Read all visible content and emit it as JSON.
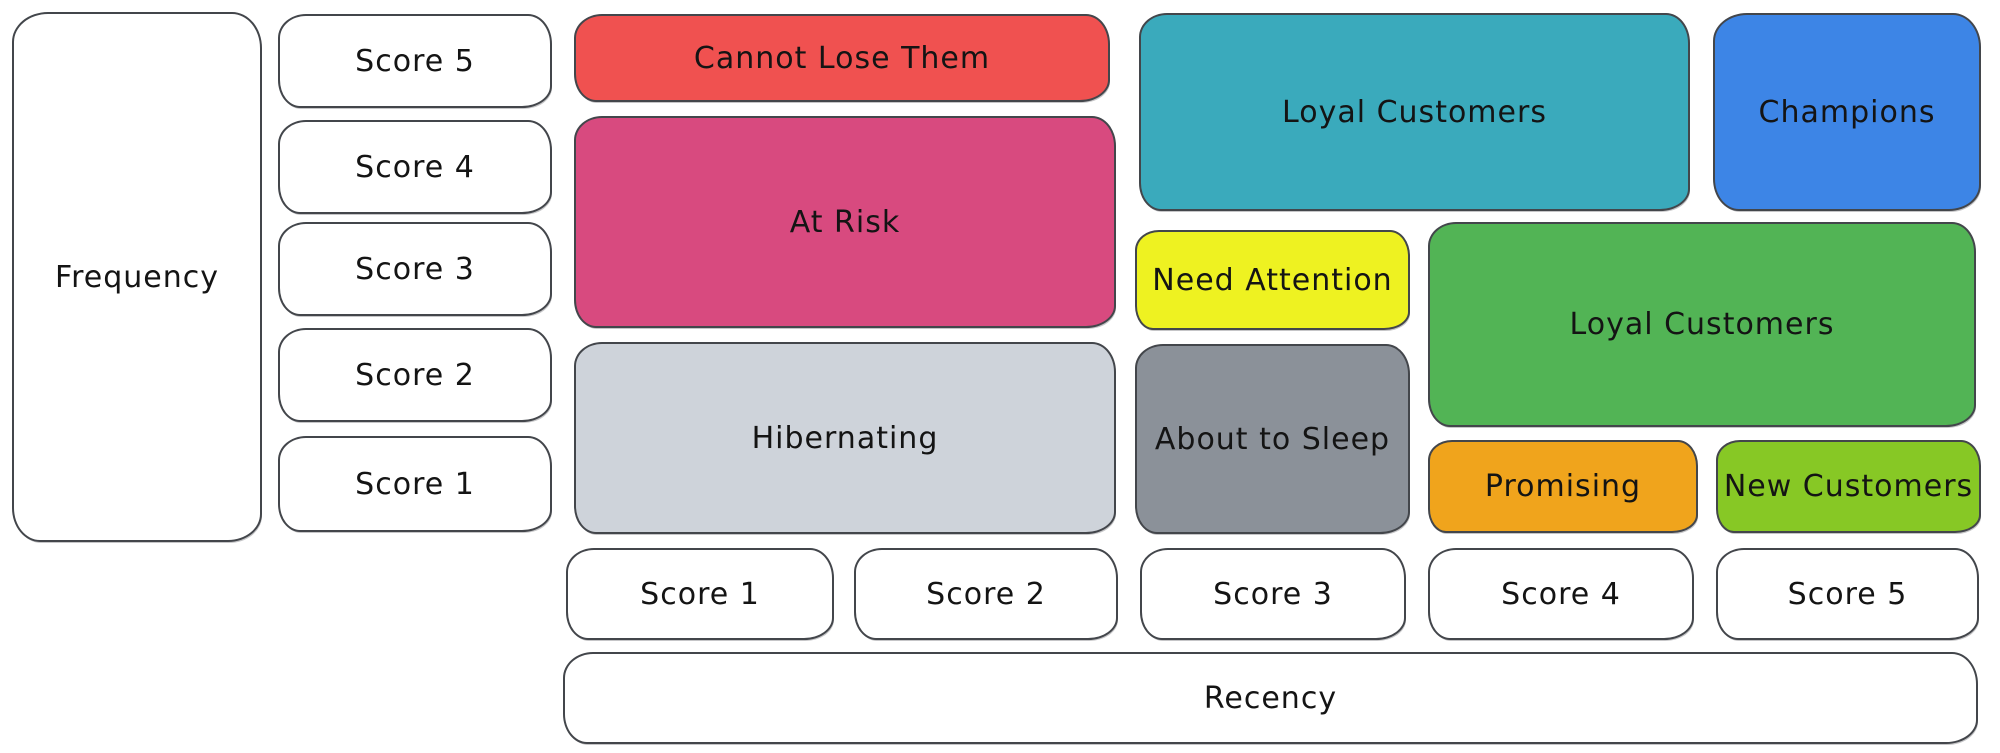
{
  "background_color": "#ffffff",
  "stroke_color": "#43464b",
  "text_color": "#141414",
  "axes": {
    "frequency": {
      "label": "Frequency",
      "scores": [
        "Score 5",
        "Score 4",
        "Score 3",
        "Score 2",
        "Score 1"
      ]
    },
    "recency": {
      "label": "Recency",
      "scores": [
        "Score 1",
        "Score 2",
        "Score 3",
        "Score 4",
        "Score 5"
      ]
    }
  },
  "segments": {
    "cannot_lose_them": {
      "label": "Cannot Lose Them",
      "color": "#f05150",
      "recency": "1-2",
      "frequency": "5"
    },
    "at_risk": {
      "label": "At Risk",
      "color": "#d84a7f",
      "recency": "1-2",
      "frequency": "3-4"
    },
    "hibernating": {
      "label": "Hibernating",
      "color": "#ced3da",
      "recency": "1-2",
      "frequency": "1-2"
    },
    "loyal_customers_top": {
      "label": "Loyal Customers",
      "color": "#3aaabc",
      "recency": "3-4",
      "frequency": "4-5"
    },
    "champions": {
      "label": "Champions",
      "color": "#3d85e6",
      "recency": "5",
      "frequency": "4-5"
    },
    "need_attention": {
      "label": "Need Attention",
      "color": "#eef221",
      "recency": "3",
      "frequency": "3"
    },
    "loyal_customers_mid": {
      "label": "Loyal Customers",
      "color": "#52b455",
      "recency": "4-5",
      "frequency": "2-3"
    },
    "about_to_sleep": {
      "label": "About to Sleep",
      "color": "#8b9199",
      "recency": "3",
      "frequency": "1-2"
    },
    "promising": {
      "label": "Promising",
      "color": "#f0a41c",
      "recency": "4",
      "frequency": "1"
    },
    "new_customers": {
      "label": "New Customers",
      "color": "#87c825",
      "recency": "5",
      "frequency": "1"
    }
  }
}
